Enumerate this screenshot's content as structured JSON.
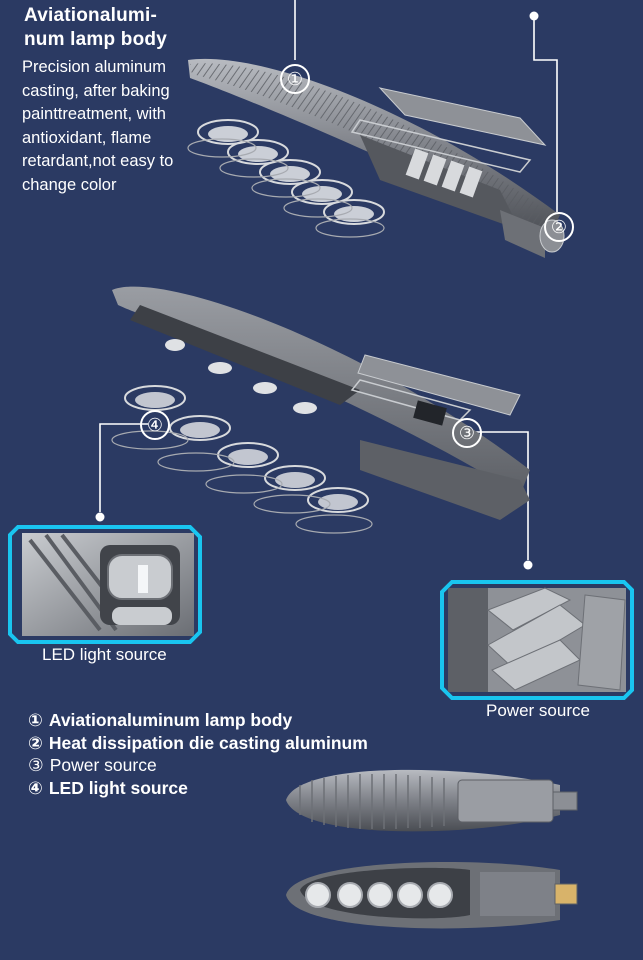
{
  "header": {
    "title": "Aviationalumi-num lamp body",
    "title_line1": "Aviationalumi-",
    "title_line2": "num lamp body",
    "description_lines": [
      "Precision aluminum",
      "casting, after baking",
      "painttreatment, with",
      "antioxidant, flame",
      "retardant,not easy to",
      "change color"
    ]
  },
  "callouts": [
    "①",
    "②",
    "③",
    "④"
  ],
  "insets": {
    "led_label": "LED light source",
    "power_label": "Power source"
  },
  "legend": {
    "items": [
      {
        "num": "①",
        "text": "Aviationaluminum lamp body"
      },
      {
        "num": "②",
        "text": "Heat dissipation die casting aluminum"
      },
      {
        "num": "③",
        "text": "Power source"
      },
      {
        "num": "④",
        "text": "LED light source"
      }
    ]
  },
  "colors": {
    "background": "#2b3a63",
    "accent_cyan": "#19c5f0",
    "lamp_gray": "#8c8f95",
    "text": "#ffffff"
  }
}
